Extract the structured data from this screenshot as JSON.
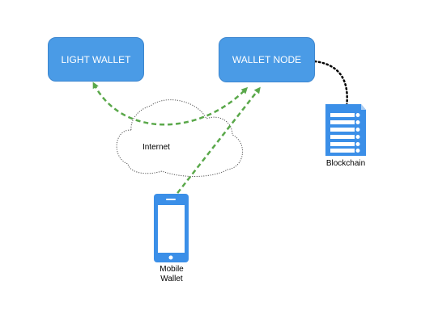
{
  "nodes": {
    "light_wallet": "LIGHT WALLET",
    "wallet_node": "WALLET NODE",
    "internet": "Internet",
    "blockchain": "Blockchain",
    "mobile_wallet_line1": "Mobile",
    "mobile_wallet_line2": "Wallet"
  },
  "colors": {
    "node_fill": "#4a9be6",
    "icon_blue": "#3b8fe8",
    "connector_green": "#5aa84a",
    "connector_black": "#000000"
  },
  "icons": [
    "cloud-icon",
    "server-stack-icon",
    "smartphone-icon"
  ]
}
